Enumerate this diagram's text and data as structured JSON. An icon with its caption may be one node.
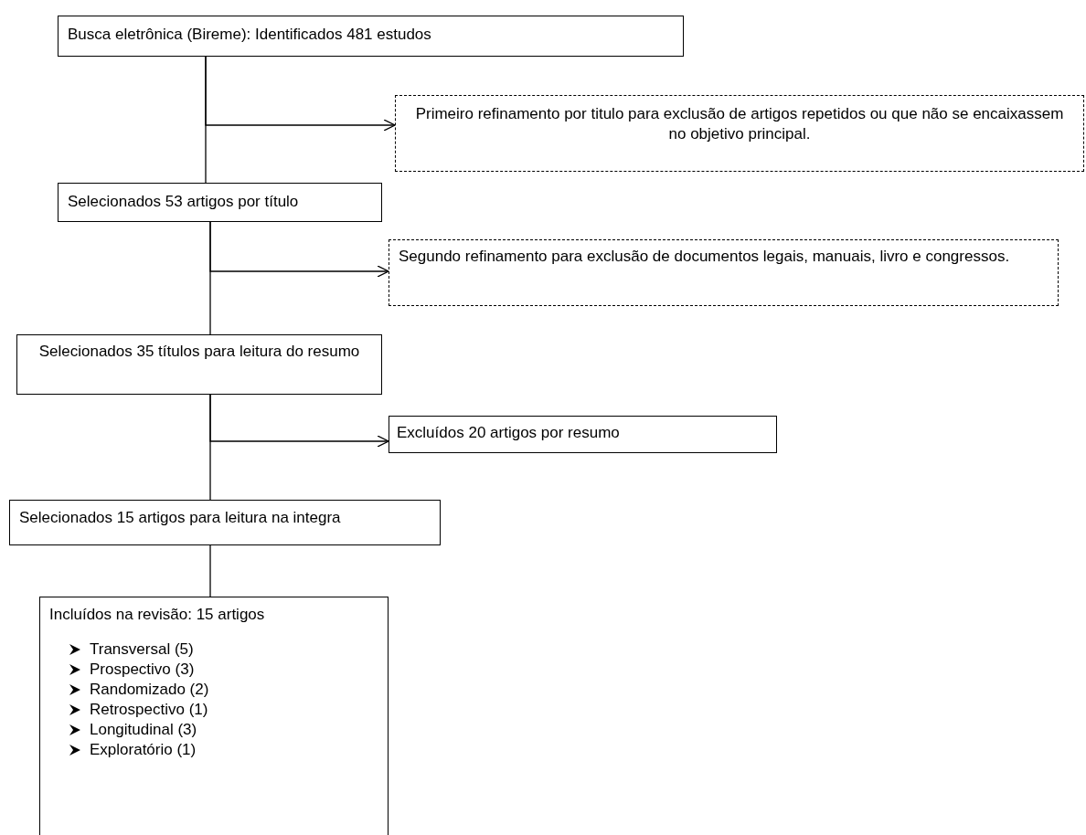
{
  "diagram": {
    "nodes": [
      {
        "text": [
          "Busca eletrônica (Bireme): Identificados 481 estudos"
        ]
      },
      {
        "text": [
          "Primeiro refinamento por titulo para exclusão de artigos repetidos ou que não se encaixassem no objetivo principal."
        ]
      },
      {
        "text": [
          "Selecionados 53 artigos por título"
        ]
      },
      {
        "text": [
          "Segundo refinamento para exclusão de documentos legais, manuais, livro e congressos."
        ]
      },
      {
        "text": [
          "Selecionados 35 títulos para leitura do resumo"
        ]
      },
      {
        "text": [
          "Excluídos 20 artigos por resumo"
        ]
      },
      {
        "text": [
          "Selecionados 15 artigos para leitura na integra"
        ]
      },
      {
        "text": [
          "Incluídos na revisão: 15 artigos",
          "Transversal (5)",
          "Prospectivo (3)",
          "Randomizado (2)",
          "Retrospectivo (1)",
          "Longitudinal (3)",
          "Exploratório (1)"
        ]
      }
    ],
    "edges": [
      {
        "from": 0,
        "to": 2,
        "arrow": "none"
      },
      {
        "from": 0,
        "to": 1,
        "arrow": "to"
      },
      {
        "from": 2,
        "to": 4,
        "arrow": "none"
      },
      {
        "from": 2,
        "to": 3,
        "arrow": "to"
      },
      {
        "from": 4,
        "to": 6,
        "arrow": "none"
      },
      {
        "from": 4,
        "to": 5,
        "arrow": "to"
      },
      {
        "from": 6,
        "to": 7,
        "arrow": "none"
      }
    ]
  }
}
